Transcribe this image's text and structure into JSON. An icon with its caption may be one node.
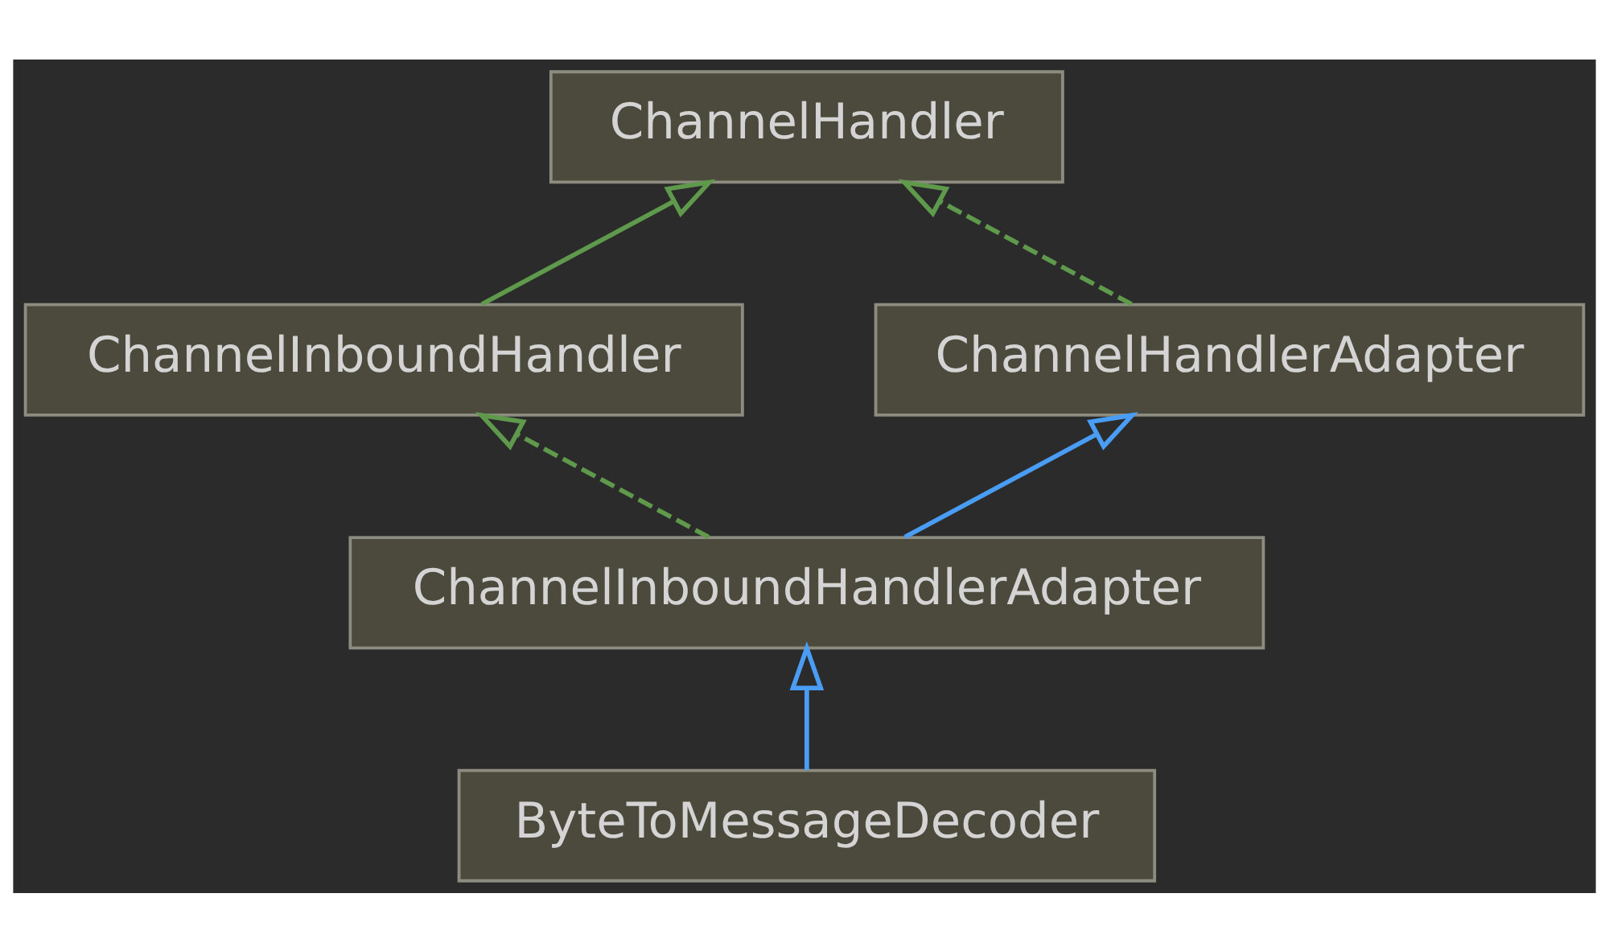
{
  "diagram": {
    "nodes": [
      {
        "text": [
          "ChannelHandler"
        ]
      },
      {
        "text": [
          "ChannelInboundHandler"
        ]
      },
      {
        "text": [
          "ChannelHandlerAdapter"
        ]
      },
      {
        "text": [
          "ChannelInboundHandlerAdapter"
        ]
      },
      {
        "text": [
          "ByteToMessageDecoder"
        ]
      }
    ],
    "edges": [
      {
        "from": 1,
        "to": 0,
        "arrow": "to"
      },
      {
        "from": 2,
        "to": 0,
        "arrow": "to",
        "style": "dashed"
      },
      {
        "from": 3,
        "to": 1,
        "arrow": "to",
        "style": "dashed"
      },
      {
        "from": 3,
        "to": 2,
        "arrow": "to",
        "color": "#4a9df5"
      },
      {
        "from": 4,
        "to": 3,
        "arrow": "to",
        "color": "#4a9df5"
      }
    ]
  }
}
